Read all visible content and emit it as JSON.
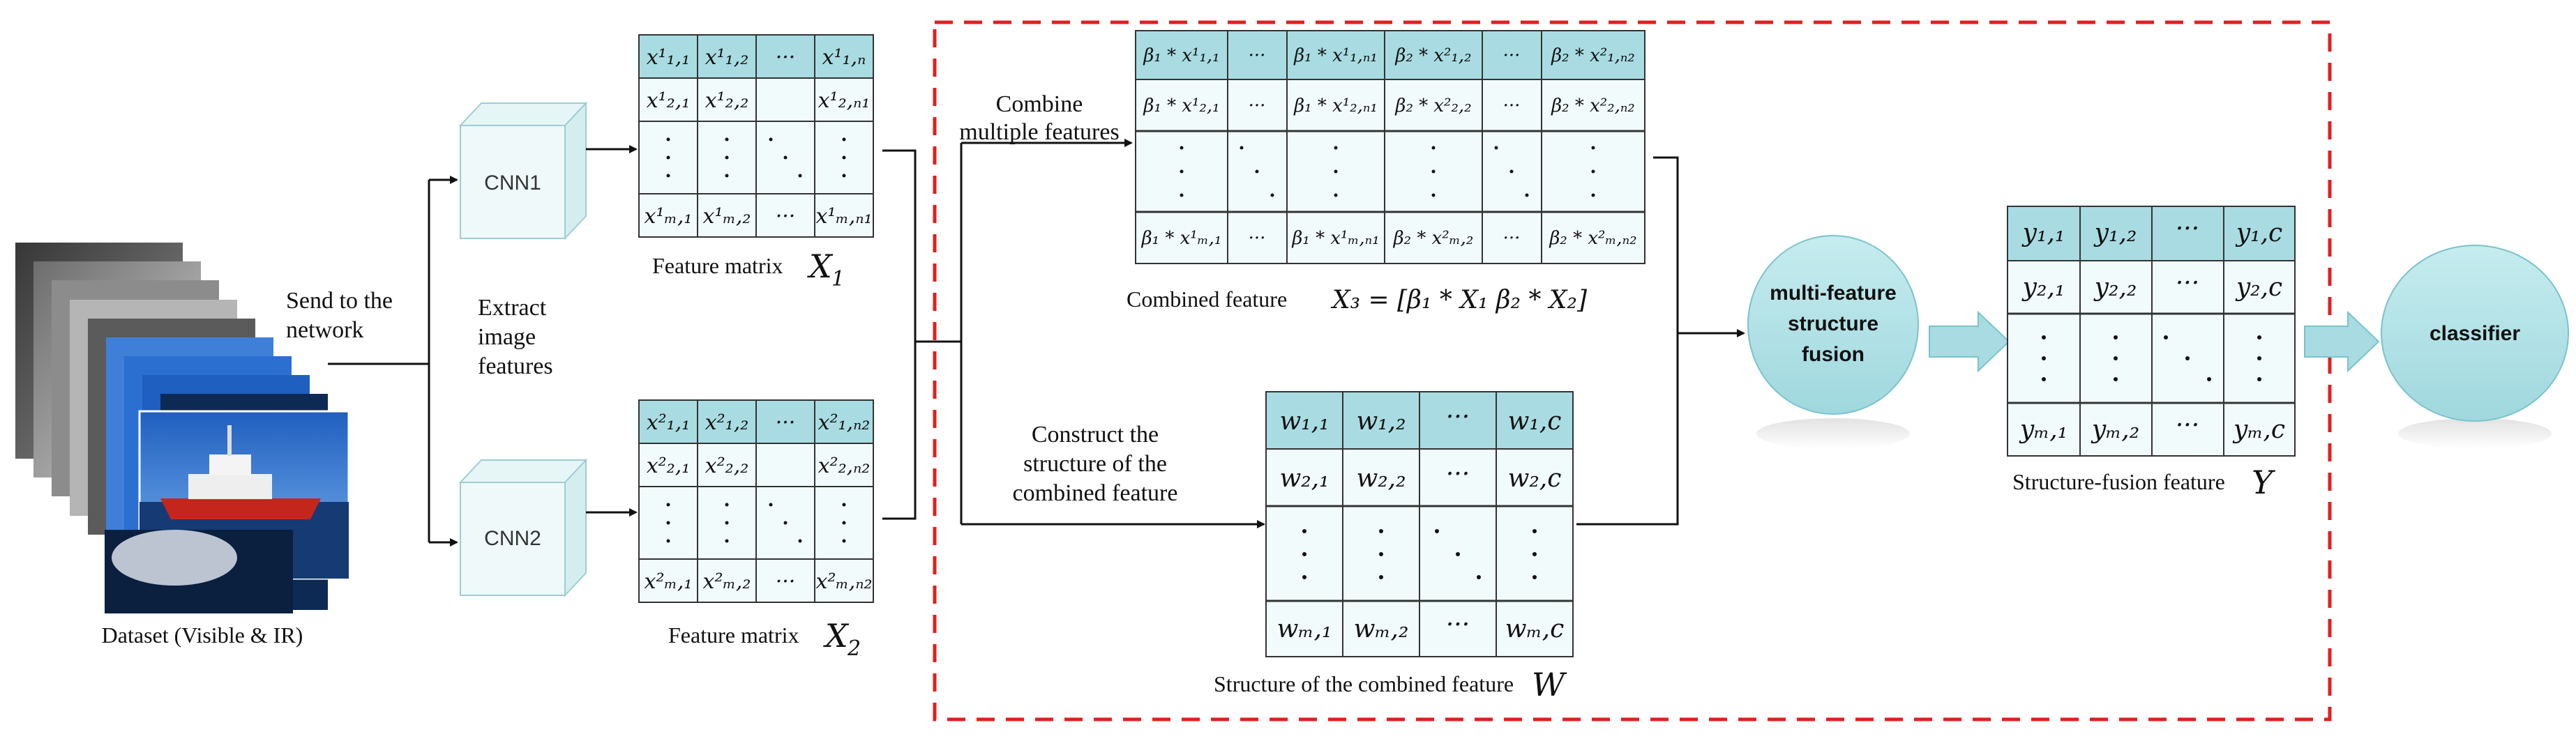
{
  "dataset_label": "Dataset (Visible & IR)",
  "send_label": [
    "Send to the",
    "network"
  ],
  "extract_label": [
    "Extract",
    "image",
    "features"
  ],
  "cnn1_label": "CNN1",
  "cnn2_label": "CNN2",
  "fm1_caption": "Feature matrix",
  "fm1_symbol": "X",
  "fm1_sub": "1",
  "fm2_caption": "Feature matrix",
  "fm2_symbol": "X",
  "fm2_sub": "2",
  "combine_label": [
    "Combine",
    "multiple features"
  ],
  "construct_label": [
    "Construct the",
    "structure of the",
    "combined feature"
  ],
  "combined_caption": "Combined feature",
  "combined_formula": "X₃ = [β₁ * X₁   β₂ * X₂]",
  "w_caption": "Structure of the combined feature",
  "w_symbol": "W",
  "fusion_label": [
    "multi-feature",
    "structure",
    "fusion"
  ],
  "y_caption": "Structure-fusion feature",
  "y_symbol": "Y",
  "classifier_label": "classifier",
  "x1_matrix": {
    "header": [
      "x¹₁,₁",
      "x¹₁,₂",
      "···",
      "x¹₁,ₙ"
    ],
    "row2": [
      "x¹₂,₁",
      "x¹₂,₂",
      "",
      "x¹₂,ₙ₁"
    ],
    "last": [
      "x¹ₘ,₁",
      "x¹ₘ,₂",
      "···",
      "x¹ₘ,ₙ₁"
    ]
  },
  "x2_matrix": {
    "header": [
      "x²₁,₁",
      "x²₁,₂",
      "···",
      "x²₁,ₙ₂"
    ],
    "row2": [
      "x²₂,₁",
      "x²₂,₂",
      "",
      "x²₂,ₙ₂"
    ],
    "last": [
      "x²ₘ,₁",
      "x²ₘ,₂",
      "···",
      "x²ₘ,ₙ₂"
    ]
  },
  "x3_matrix": {
    "header": [
      "β₁ * x¹₁,₁",
      "···",
      "β₁ * x¹₁,ₙ₁",
      "β₂ * x²₁,₂",
      "···",
      "β₂ * x²₁,ₙ₂"
    ],
    "row2": [
      "β₁ * x¹₂,₁",
      "···",
      "β₁ * x¹₂,ₙ₁",
      "β₂ * x²₂,₂",
      "···",
      "β₂ * x²₂,ₙ₂"
    ],
    "last": [
      "β₁ * x¹ₘ,₁",
      "···",
      "β₁ * x¹ₘ,ₙ₁",
      "β₂ * x²ₘ,₂",
      "···",
      "β₂ * x²ₘ,ₙ₂"
    ]
  },
  "w_matrix": {
    "header": [
      "w₁,₁",
      "w₁,₂",
      "···",
      "w₁,c"
    ],
    "row2": [
      "w₂,₁",
      "w₂,₂",
      "···",
      "w₂,c"
    ],
    "last": [
      "wₘ,₁",
      "wₘ,₂",
      "···",
      "wₘ,c"
    ]
  },
  "y_matrix": {
    "header": [
      "y₁,₁",
      "y₁,₂",
      "···",
      "y₁,c"
    ],
    "row2": [
      "y₂,₁",
      "y₂,₂",
      "···",
      "y₂,c"
    ],
    "last": [
      "yₘ,₁",
      "yₘ,₂",
      "···",
      "yₘ,c"
    ]
  }
}
